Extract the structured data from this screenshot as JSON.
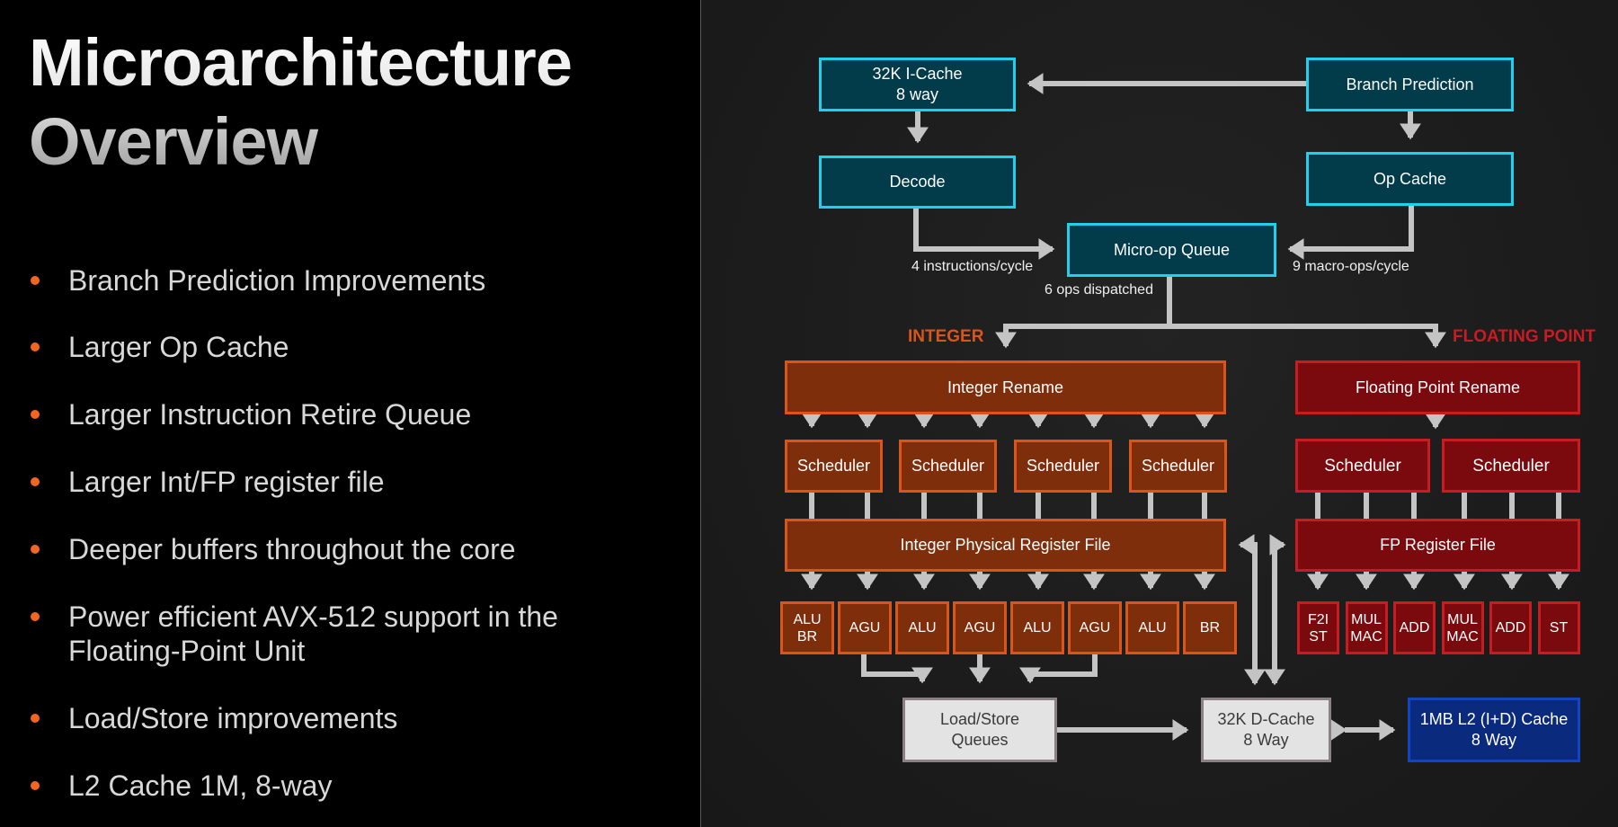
{
  "slide": {
    "title_line1": "Microarchitecture",
    "title_line2": "Overview",
    "bullets": [
      "Branch Prediction Improvements",
      "Larger Op Cache",
      "Larger Instruction Retire Queue",
      "Larger Int/FP register file",
      "Deeper buffers throughout the core",
      "Power efficient AVX-512 support in the Floating-Point Unit",
      "Load/Store improvements",
      "L2 Cache 1M, 8-way"
    ],
    "bullet_color": "#f26522"
  },
  "diagram": {
    "frontend": {
      "icache": {
        "line1": "32K I-Cache",
        "line2": "8 way"
      },
      "branch_prediction": "Branch Prediction",
      "decode": "Decode",
      "op_cache": "Op Cache",
      "micro_op_queue": "Micro-op Queue"
    },
    "annotations": {
      "decode_rate": "4 instructions/cycle",
      "op_cache_rate": "9 macro-ops/cycle",
      "dispatch": "6 ops dispatched"
    },
    "integer": {
      "section_label": "INTEGER",
      "section_color": "#d9551a",
      "rename": "Integer Rename",
      "schedulers": [
        "Scheduler",
        "Scheduler",
        "Scheduler",
        "Scheduler"
      ],
      "register_file": "Integer Physical Register File",
      "units": [
        {
          "line1": "ALU",
          "line2": "BR"
        },
        {
          "line1": "AGU",
          "line2": ""
        },
        {
          "line1": "ALU",
          "line2": ""
        },
        {
          "line1": "AGU",
          "line2": ""
        },
        {
          "line1": "ALU",
          "line2": ""
        },
        {
          "line1": "AGU",
          "line2": ""
        },
        {
          "line1": "ALU",
          "line2": ""
        },
        {
          "line1": "BR",
          "line2": ""
        }
      ]
    },
    "floating_point": {
      "section_label": "FLOATING POINT",
      "section_color": "#c81b22",
      "rename": "Floating Point Rename",
      "schedulers": [
        "Scheduler",
        "Scheduler"
      ],
      "register_file": "FP Register File",
      "units": [
        {
          "line1": "F2I",
          "line2": "ST"
        },
        {
          "line1": "MUL",
          "line2": "MAC"
        },
        {
          "line1": "ADD",
          "line2": ""
        },
        {
          "line1": "MUL",
          "line2": "MAC"
        },
        {
          "line1": "ADD",
          "line2": ""
        },
        {
          "line1": "ST",
          "line2": ""
        }
      ]
    },
    "memory": {
      "load_store": {
        "line1": "Load/Store",
        "line2": "Queues"
      },
      "dcache": {
        "line1": "32K D-Cache",
        "line2": "8 Way"
      },
      "l2": {
        "line1": "1MB L2 (I+D) Cache",
        "line2": "8 Way"
      }
    }
  }
}
